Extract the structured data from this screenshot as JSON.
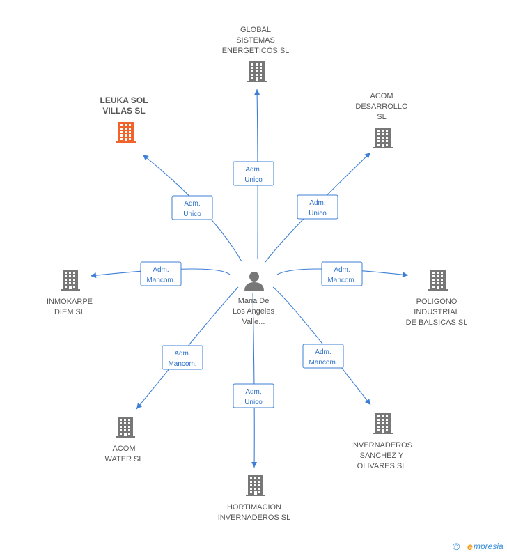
{
  "center": {
    "label_lines": [
      "Maria De",
      "Los Angeles",
      "Valle..."
    ],
    "icon": "person-icon"
  },
  "companies": [
    {
      "id": "global",
      "label_lines": [
        "GLOBAL",
        "SISTEMAS",
        "ENERGETICOS SL"
      ],
      "role_lines": [
        "Adm.",
        "Unico"
      ],
      "highlight": false,
      "icon": "building-icon"
    },
    {
      "id": "acom-desarrollo",
      "label_lines": [
        "ACOM",
        "DESARROLLO",
        "SL"
      ],
      "role_lines": [
        "Adm.",
        "Unico"
      ],
      "highlight": false,
      "icon": "building-icon"
    },
    {
      "id": "poligono",
      "label_lines": [
        "POLIGONO",
        "INDUSTRIAL",
        "DE BALSICAS SL"
      ],
      "role_lines": [
        "Adm.",
        "Mancom."
      ],
      "highlight": false,
      "icon": "building-icon"
    },
    {
      "id": "invernaderos",
      "label_lines": [
        "INVERNADEROS",
        "SANCHEZ Y",
        "OLIVARES  SL"
      ],
      "role_lines": [
        "Adm.",
        "Mancom."
      ],
      "highlight": false,
      "icon": "building-icon"
    },
    {
      "id": "hortimacion",
      "label_lines": [
        "HORTIMACION",
        "INVERNADEROS SL"
      ],
      "role_lines": [
        "Adm.",
        "Unico"
      ],
      "highlight": false,
      "icon": "building-icon"
    },
    {
      "id": "acom-water",
      "label_lines": [
        "ACOM",
        "WATER SL"
      ],
      "role_lines": [
        "Adm.",
        "Mancom."
      ],
      "highlight": false,
      "icon": "building-icon"
    },
    {
      "id": "inmokarpe",
      "label_lines": [
        "INMOKARPE",
        "DIEM SL"
      ],
      "role_lines": [
        "Adm.",
        "Mancom."
      ],
      "highlight": false,
      "icon": "building-icon"
    },
    {
      "id": "leuka",
      "label_lines": [
        "LEUKA SOL",
        "VILLAS SL"
      ],
      "role_lines": [
        "Adm.",
        "Unico"
      ],
      "highlight": true,
      "icon": "building-icon"
    }
  ],
  "colors": {
    "edge": "#3d7fd6",
    "building": "#777777",
    "building_highlight": "#f0632a",
    "person": "#777777"
  },
  "brand": {
    "copyright": "©",
    "e": "e",
    "rest": "mpresia"
  }
}
